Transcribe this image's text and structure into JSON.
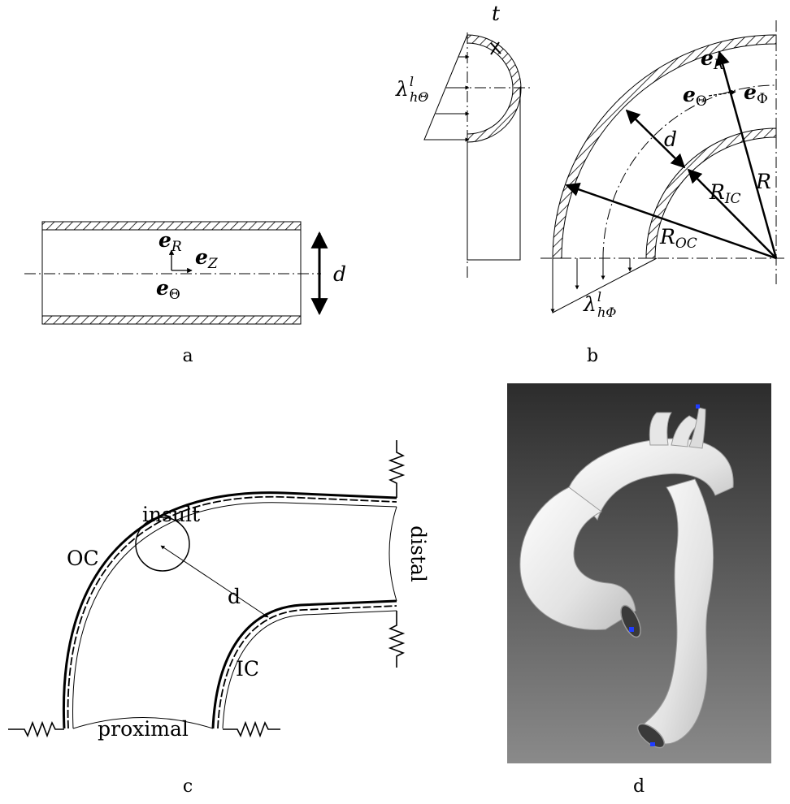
{
  "panels": {
    "a": {
      "caption": "a",
      "eR_base": "e",
      "eR_sub": "R",
      "eZ_base": "e",
      "eZ_sub": "Z",
      "eTheta_base": "e",
      "eTheta_sub": "Θ",
      "d": "d"
    },
    "b": {
      "caption": "b",
      "t": "t",
      "lambda_theta": {
        "base": "λ",
        "sup": "l",
        "sub": "hΘ"
      },
      "lambda_phi": {
        "base": "λ",
        "sup": "l",
        "sub": "hΦ"
      },
      "eR_base": "e",
      "eR_sub": "R",
      "eTheta_base": "e",
      "eTheta_sub": "Θ",
      "ePhi_base": "e",
      "ePhi_sub": "Φ",
      "d": "d",
      "R_IC": {
        "base": "R",
        "sub": "IC"
      },
      "R_OC": {
        "base": "R",
        "sub": "OC"
      },
      "R": "R"
    },
    "c": {
      "caption": "c",
      "insult": "insult",
      "OC": "OC",
      "d": "d",
      "IC": "IC",
      "distal": "distal",
      "proximal": "proximal"
    },
    "d": {
      "caption": "d"
    }
  },
  "colors": {
    "ink": "#000000",
    "render_bg_top": "#2c2c2c",
    "render_bg_bottom": "#8a8a8a",
    "vessel": "#e9e9e9",
    "marker": "#1f3cff"
  }
}
